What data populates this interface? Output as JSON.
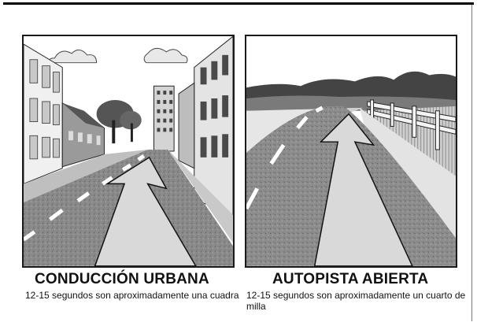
{
  "panels": [
    {
      "title": "CONDUCCIÓN URBANA",
      "description": "12-15 segundos son aproximadamente una cuadra"
    },
    {
      "title": "AUTOPISTA ABIERTA",
      "description": "12-15 segundos son aproximadamente un cuarto de milla"
    }
  ]
}
